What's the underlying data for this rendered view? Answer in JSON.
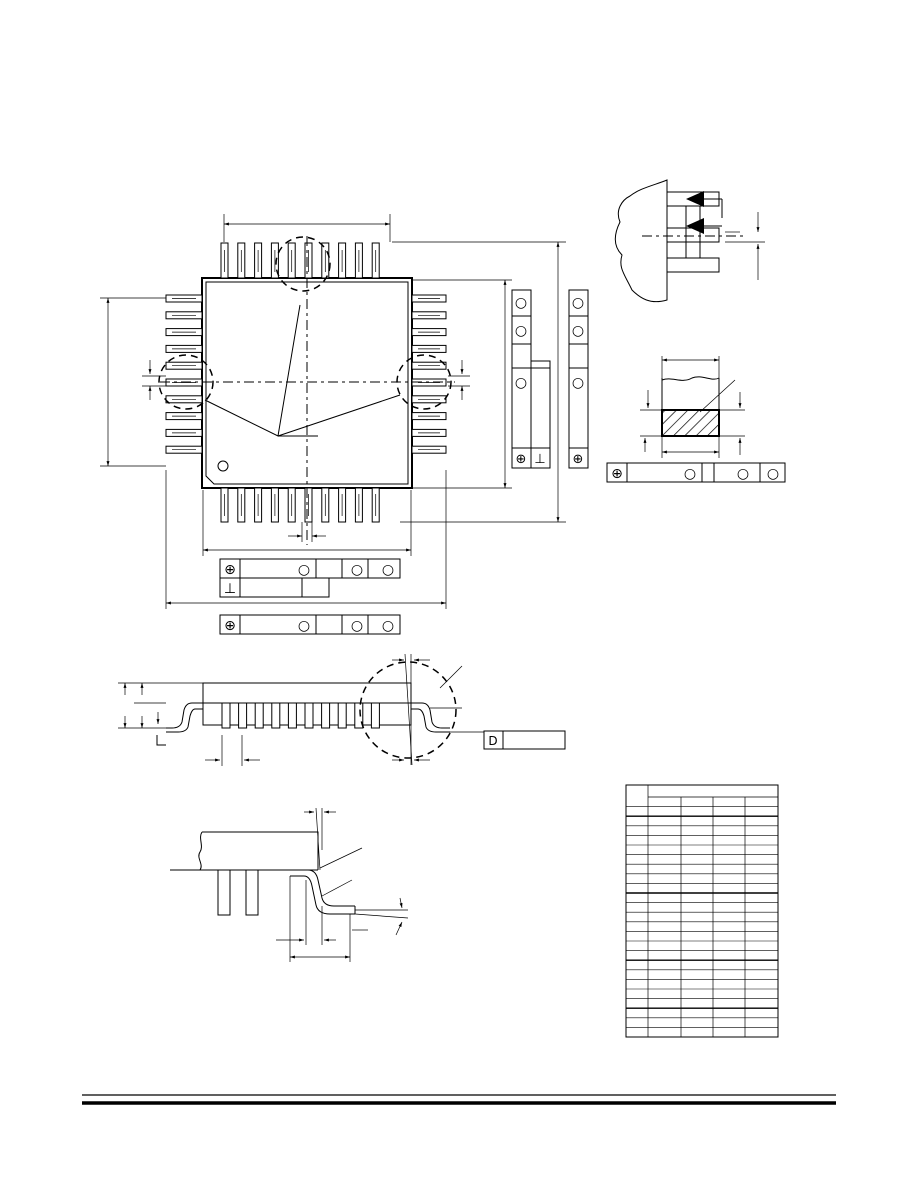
{
  "page": {
    "background": "#ffffff",
    "ink": "#000000"
  },
  "package": {
    "pins_per_side": 10,
    "total_pins": 40
  },
  "symbols": {
    "position": "⊕",
    "perpendicular": "⊥",
    "datum_circle": "○",
    "flatness": "D"
  },
  "icons": [
    "position-symbol-icon",
    "perpendicular-symbol-icon",
    "circle-symbol-icon",
    "dim-arrow-icon"
  ],
  "footer": {
    "rule_color": "#000000"
  }
}
